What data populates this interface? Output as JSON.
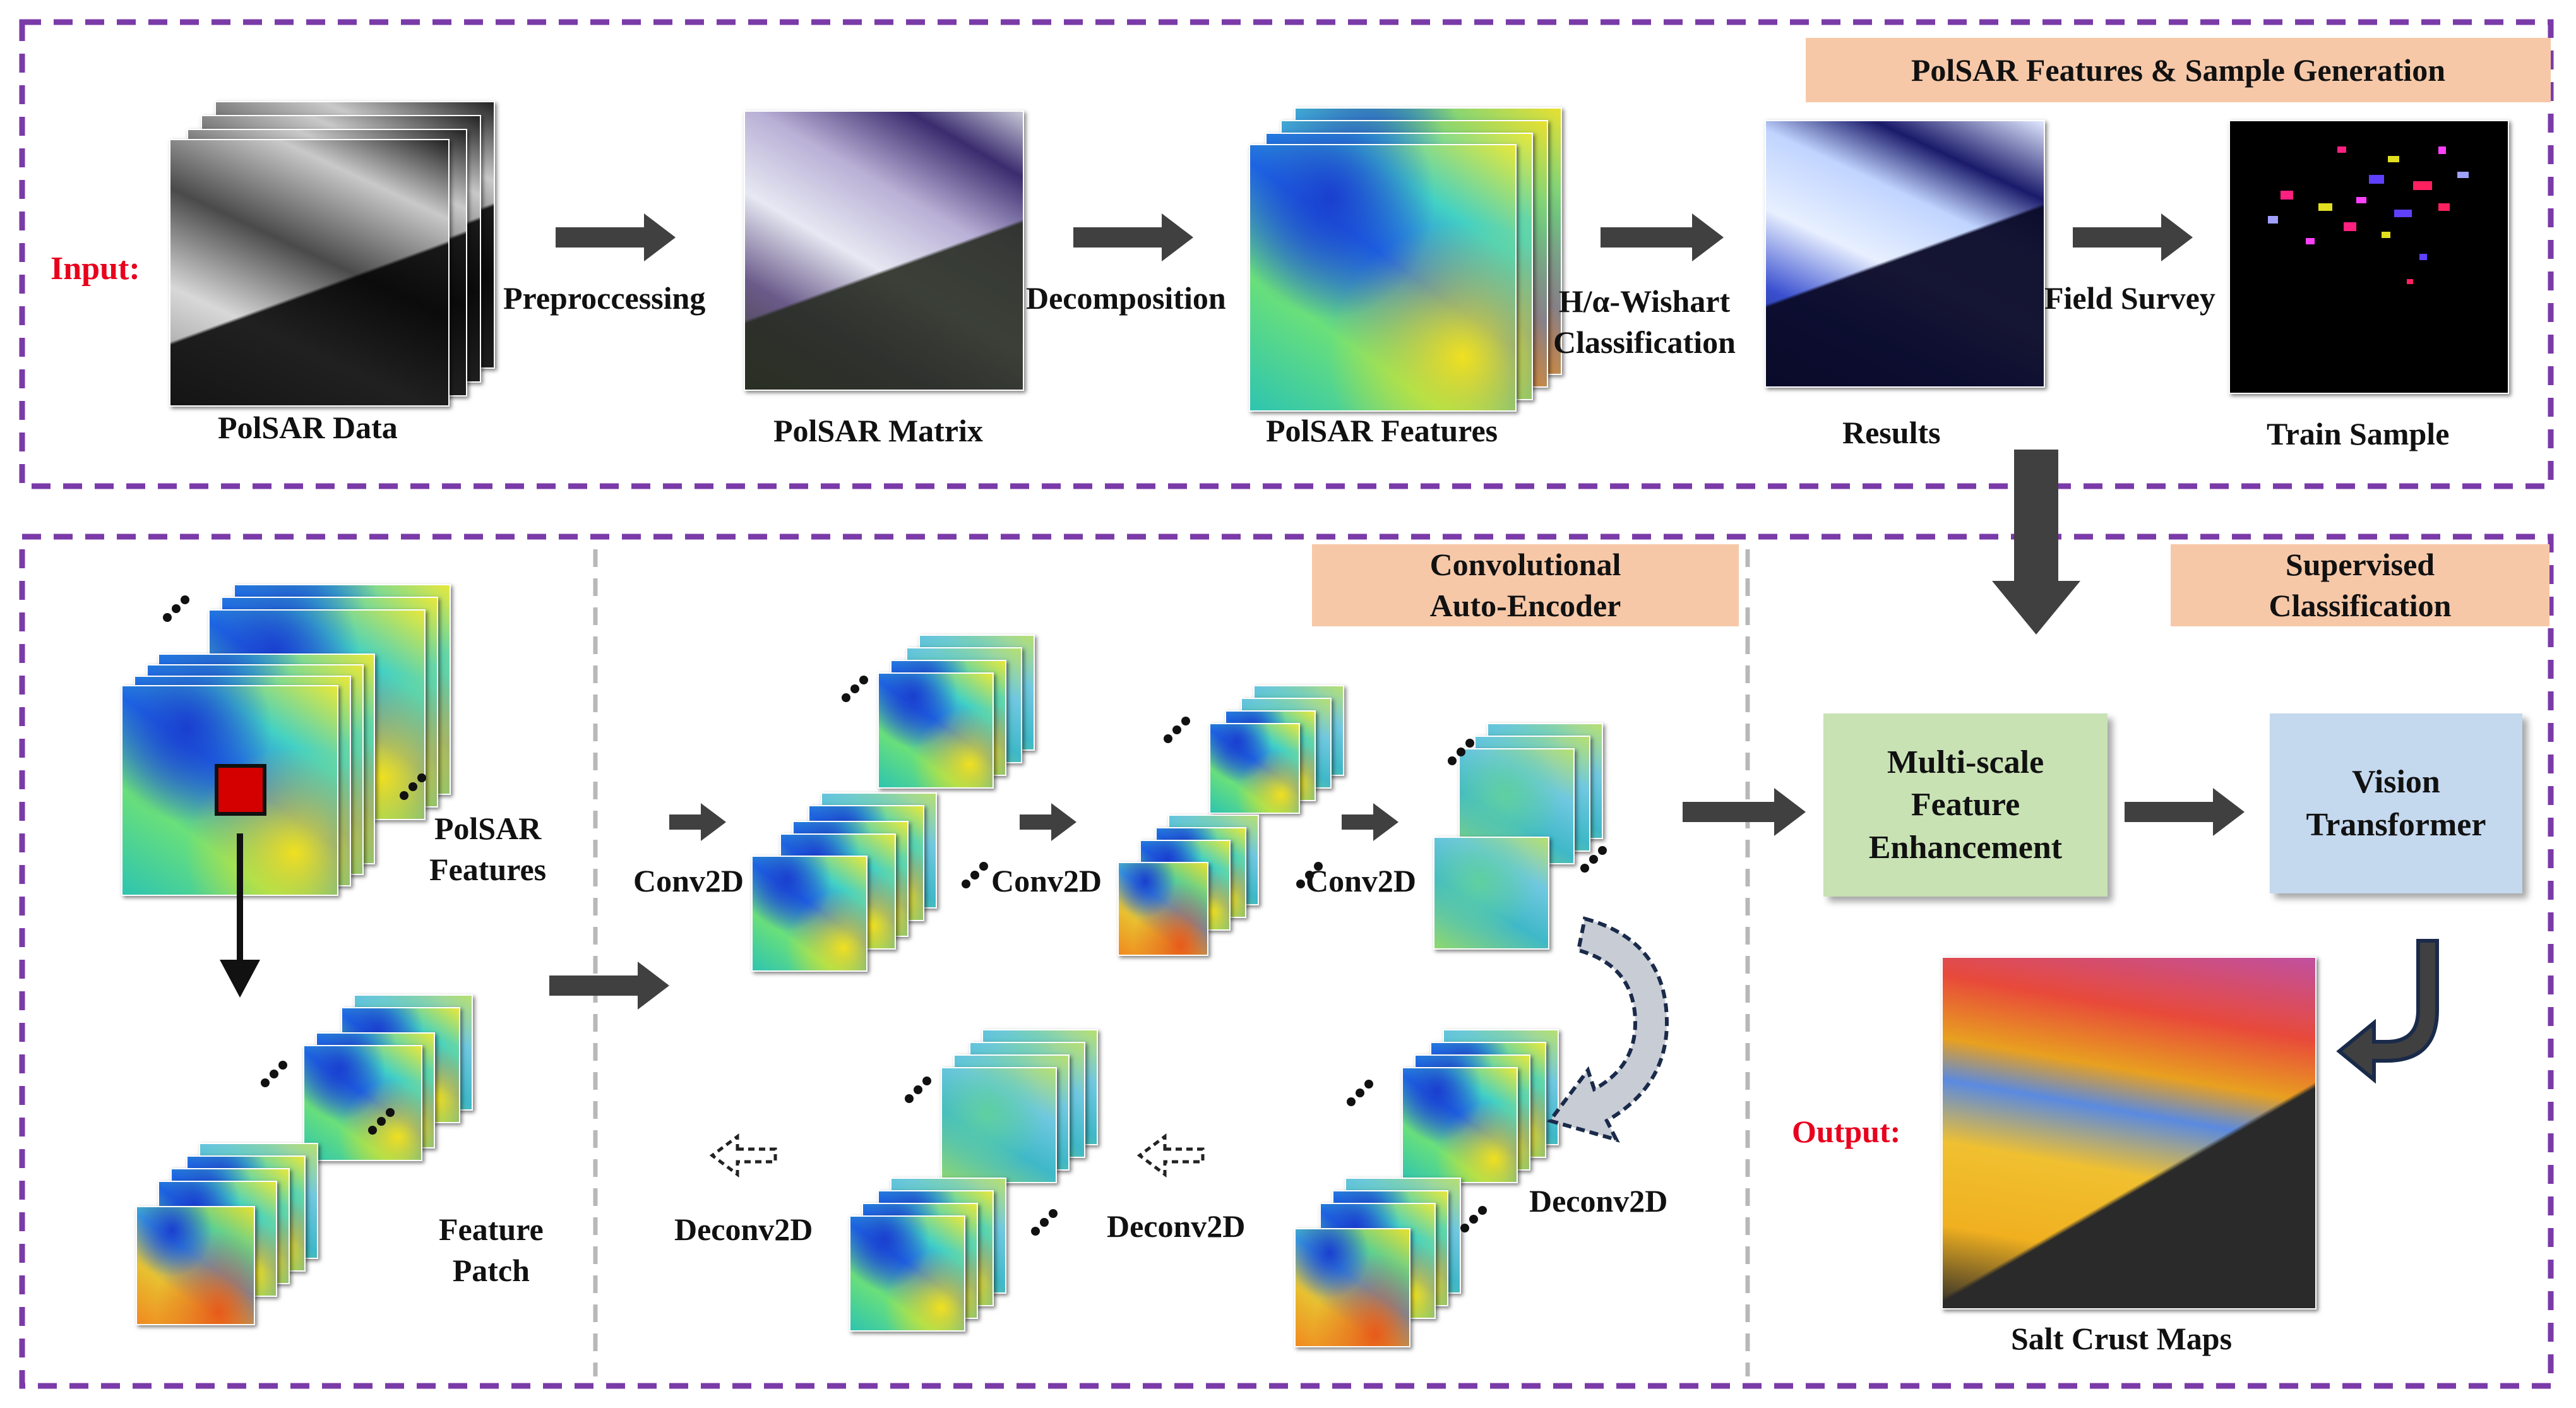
{
  "sections": {
    "top_title": "PolSAR Features & Sample Generation",
    "cae_title": "Convolutional\nAuto-Encoder",
    "sup_title": "Supervised\nClassification"
  },
  "labels": {
    "input": "Input:",
    "output": "Output:",
    "polsar_data": "PolSAR Data",
    "preprocessing": "Preproccessing",
    "polsar_matrix": "PolSAR Matrix",
    "decomposition": "Decomposition",
    "polsar_features": "PolSAR Features",
    "h_alpha": "H/α-Wishart\nClassification",
    "results": "Results",
    "field_survey": "Field Survey",
    "train_sample": "Train Sample",
    "polsar_features_2": "PolSAR\nFeatures",
    "feature_patch": "Feature\nPatch",
    "conv2d_1": "Conv2D",
    "conv2d_2": "Conv2D",
    "conv2d_3": "Conv2D",
    "deconv2d_1": "Deconv2D",
    "deconv2d_2": "Deconv2D",
    "deconv2d_3": "Deconv2D",
    "salt_crust_maps": "Salt Crust Maps"
  },
  "boxes": {
    "mfe": "Multi-scale\nFeature\nEnhancement",
    "vit": "Vision\nTransformer"
  },
  "colors": {
    "border": "#7a3aa8",
    "divider": "#b8b8b8",
    "banner": "#f6c8a8",
    "mfe_fill": "#c8e2b4",
    "vit_fill": "#c4d8ee",
    "arrow": "#404040",
    "red_text": "#e8001c",
    "patch_marker": "#d40000",
    "curved_arrow_fill": "#c8ccd4",
    "curved_arrow_stroke": "#1a2a4a"
  },
  "train_patches": [
    "#ff2080",
    "#e0e020",
    "#ff40ff",
    "#6040ff",
    "#ff2060",
    "#a0a0ff"
  ]
}
